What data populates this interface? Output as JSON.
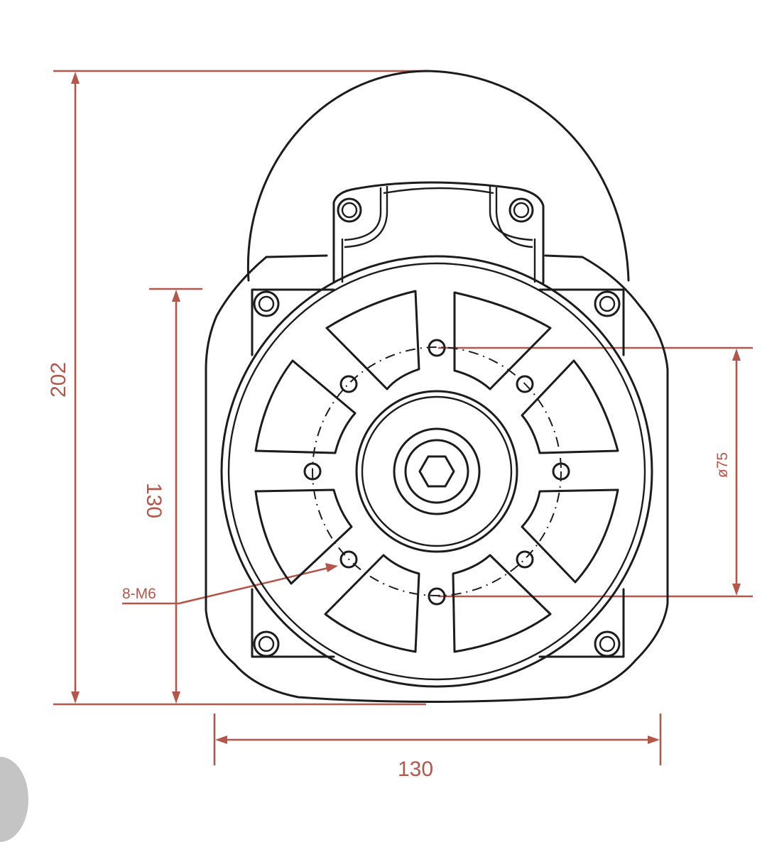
{
  "diagram": {
    "type": "technical-drawing",
    "subject": "motor front view with flange",
    "colors": {
      "outline": "#1c1c1c",
      "dimension": "#b5564a",
      "background": "#ffffff"
    },
    "dimensions": {
      "overall_height": {
        "label": "202",
        "orientation": "vertical"
      },
      "flange_height": {
        "label": "130",
        "orientation": "vertical"
      },
      "flange_width": {
        "label": "130",
        "orientation": "horizontal"
      },
      "bolt_circle": {
        "label": "ø75",
        "orientation": "vertical"
      },
      "holes_callout": {
        "label": "8-M6"
      }
    },
    "features": {
      "bolt_holes": 8,
      "spoke_windows": 8,
      "corner_mounting_bolts": 4,
      "top_bracket_bolts": 2,
      "shaft": "hex-socket"
    }
  }
}
